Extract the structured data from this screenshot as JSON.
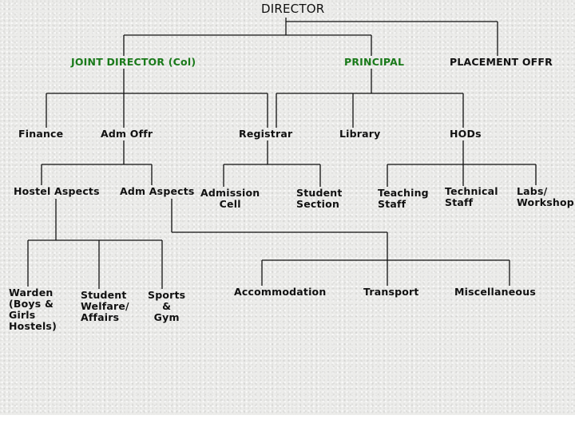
{
  "colors": {
    "line": "#111111",
    "text": "#111111",
    "highlight": "#1a7a1a"
  },
  "nodes": {
    "director": "DIRECTOR",
    "joint_director": "JOINT DIRECTOR (Col)",
    "principal": "PRINCIPAL",
    "placement": "PLACEMENT OFFR",
    "finance": "Finance",
    "adm_offr": "Adm Offr",
    "registrar": "Registrar",
    "library": "Library",
    "hods": "HODs",
    "hostel_aspects": "Hostel Aspects",
    "adm_aspects": "Adm Aspects",
    "admission_cell": "Admission\nCell",
    "student_section": "Student\nSection",
    "teaching_staff": "Teaching\nStaff",
    "technical_staff": "Technical\nStaff",
    "labs_workshop": "Labs/\nWorkshop",
    "warden": "Warden\n(Boys &\nGirls\nHostels)",
    "student_welfare": "Student\nWelfare/\nAffairs",
    "sports_gym": "Sports\n&\nGym",
    "accommodation": "Accommodation",
    "transport": "Transport",
    "miscellaneous": "Miscellaneous"
  }
}
